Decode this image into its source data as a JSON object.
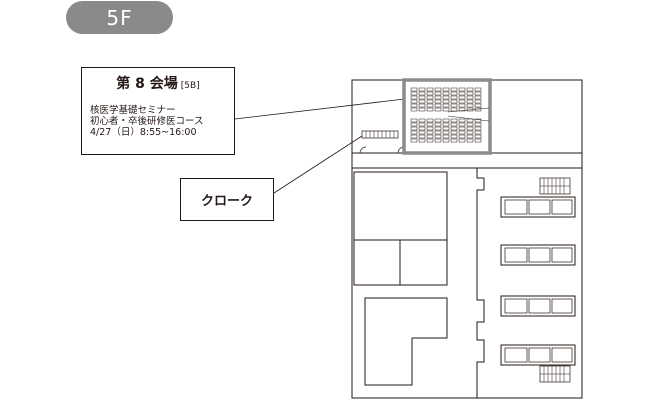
{
  "floor_label": "5F",
  "hall": {
    "title": "第 8 会場",
    "code": "[5B]",
    "lines": [
      "核医学基礎セミナー",
      "初心者・卒後研修医コース",
      "4/27（日）8:55~16:00"
    ]
  },
  "cloakroom_label": "クローク",
  "colors": {
    "badge": "#8a8a8a",
    "highlight": "#8c8c8c",
    "line": "#231815"
  }
}
